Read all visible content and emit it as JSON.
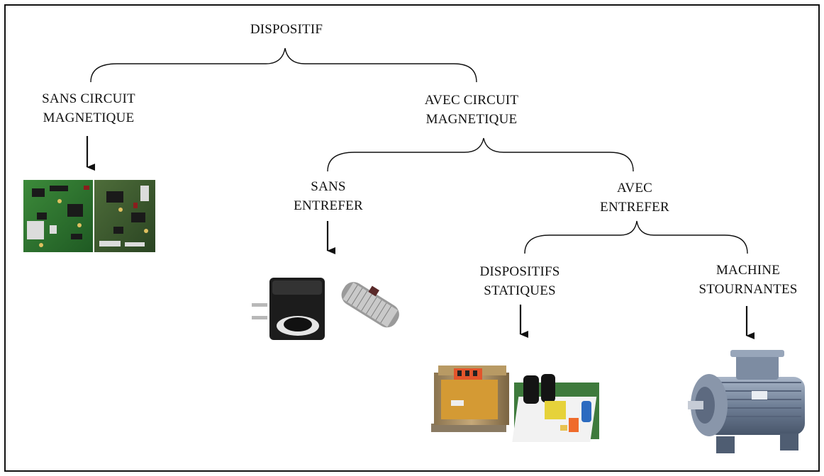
{
  "root": {
    "label": "DISPOSITIF"
  },
  "branch_sans_circuit": {
    "line1": "SANS CIRCUIT",
    "line2": "MAGNETIQUE"
  },
  "branch_avec_circuit": {
    "line1": "AVEC CIRCUIT",
    "line2": "MAGNETIQUE"
  },
  "branch_sans_entrefer": {
    "line1": "SANS",
    "line2": "ENTREFER"
  },
  "branch_avec_entrefer": {
    "line1": "AVEC",
    "line2": "ENTREFER"
  },
  "leaf_statiques": {
    "line1": "DISPOSITIFS",
    "line2": "STATIQUES"
  },
  "leaf_machines": {
    "line1": "MACHINE",
    "line2": "STOURNANTES"
  },
  "images": {
    "circuit_boards": "photo of electronic circuit boards",
    "variac_rheostat": "photo of variac and rheostat",
    "transformer_psu": "photo of transformer and power supply board",
    "electric_motor": "photo of electric motor"
  }
}
